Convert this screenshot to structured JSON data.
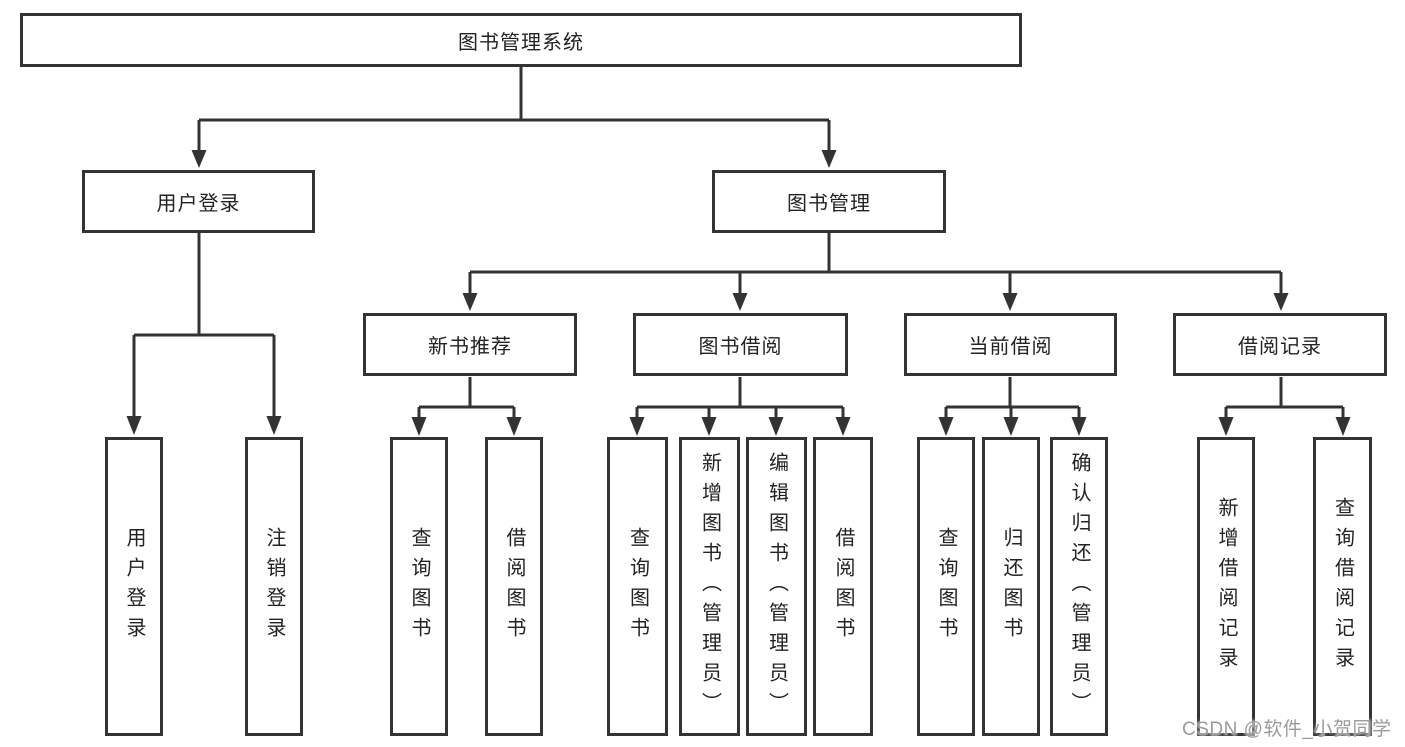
{
  "colors": {
    "line": "#333333",
    "text": "#232323",
    "background": "#ffffff",
    "watermark": "#9a9a9a"
  },
  "nodes": {
    "root": "图书管理系统",
    "level2": [
      "用户登录",
      "图书管理"
    ],
    "level3": [
      "新书推荐",
      "图书借阅",
      "当前借阅",
      "借阅记录"
    ],
    "leaves_user": [
      "用户登录",
      "注销登录"
    ],
    "leaves_newbook": [
      "查询图书",
      "借阅图书"
    ],
    "leaves_borrow": [
      "查询图书",
      "新增图书（管理员）",
      "编辑图书（管理员）",
      "借阅图书"
    ],
    "leaves_current": [
      "查询图书",
      "归还图书",
      "确认归还（管理员）"
    ],
    "leaves_record": [
      "新增借阅记录",
      "查询借阅记录"
    ]
  },
  "watermark": {
    "text": "CSDN @软件_小贺同学"
  }
}
